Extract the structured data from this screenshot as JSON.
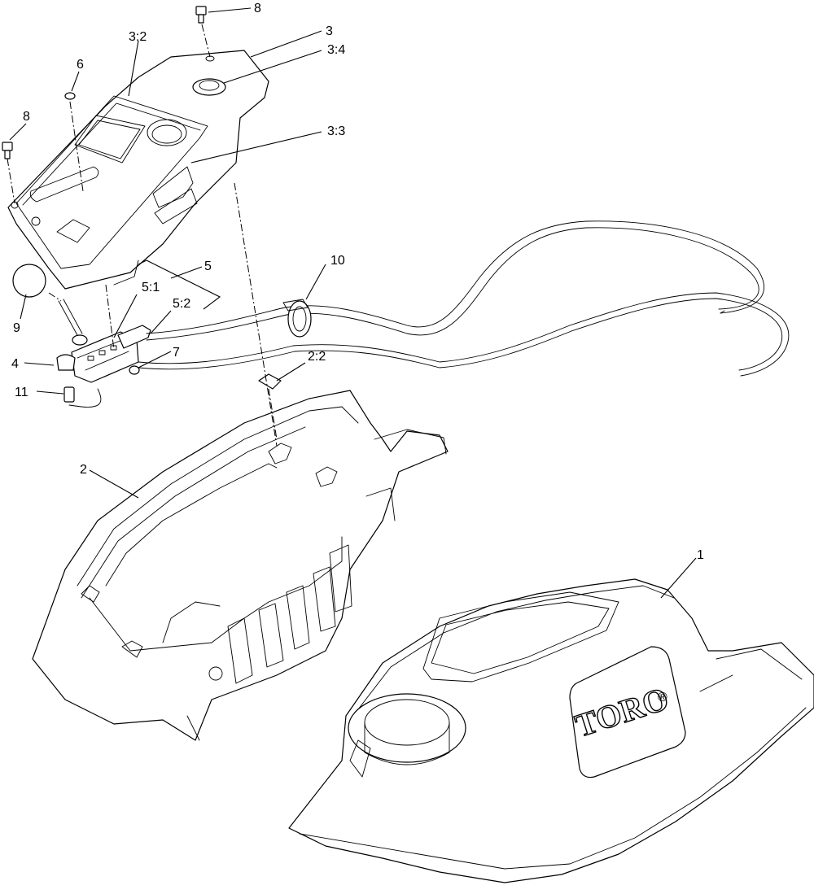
{
  "diagram": {
    "callouts": [
      "8",
      "3:2",
      "3",
      "3:4",
      "6",
      "8",
      "3:3",
      "5",
      "10",
      "5:1",
      "5:2",
      "9",
      "4",
      "7",
      "2:2",
      "11",
      "2",
      "1"
    ],
    "logo": {
      "text": "TORO",
      "mark": "®"
    }
  }
}
